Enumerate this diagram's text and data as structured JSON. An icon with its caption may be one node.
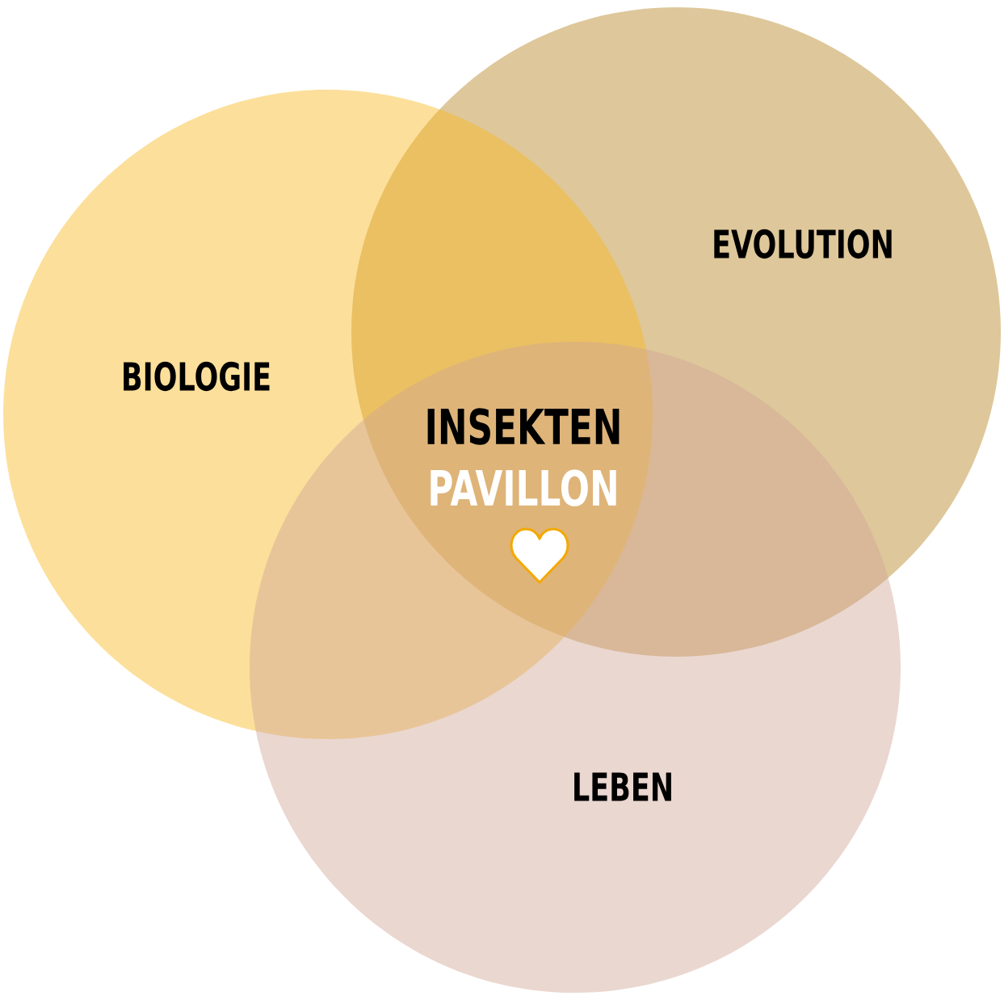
{
  "diagram": {
    "nodes": [
      {
        "text": [
          "BIOLOGIE"
        ]
      },
      {
        "text": [
          "EVOLUTION"
        ]
      },
      {
        "text": [
          "LEBEN"
        ]
      }
    ],
    "labels": [
      "INSEKTEN",
      "PAVILLON"
    ]
  }
}
